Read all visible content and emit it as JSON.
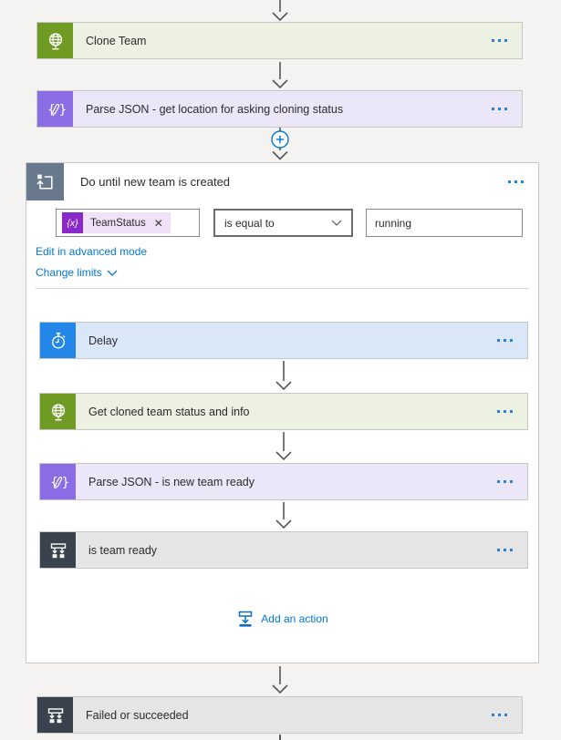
{
  "palette": {
    "canvas_bg": "#f4f3f2",
    "card_border": "#c9c7c5",
    "link_blue": "#0078d4",
    "arrow_gray": "#565656",
    "more_dots_blue": "#2b7fd4",
    "http_green": "#6f9b23",
    "http_green_tint": "#edf1e2",
    "data_operation_purple": "#8b6ce4",
    "data_operation_purple_tint": "#ece6f9",
    "control_slate": "#68798d",
    "delay_blue": "#2287e8",
    "delay_blue_tint": "#d9e7f9",
    "condition_dark_slate": "#3a434d",
    "condition_gray_tint": "#e5e5e5",
    "token_purple": "#8929c9",
    "token_pill_bg": "#f0e1f8"
  },
  "icons": {
    "globe-icon": "desk globe (HTTP action)",
    "parse-json-icon": "{ pencil } braces",
    "do-until-loop-icon": "loop rectangle with return arrow",
    "timer-icon": "stopwatch",
    "condition-icon": "bar branching to two arrowed squares",
    "add-action-icon": "bar with down arrow into base",
    "insert-step-plus-icon": "+ in circle",
    "more-options-icon": "three dots",
    "dynamic-content-fx-icon": "{x}",
    "chevron-down-icon": "v",
    "remove-token-icon": "✕",
    "connector-arrow-icon": "downward arrow"
  },
  "blocks": {
    "clone_team": {
      "title": "Clone Team",
      "icon": "globe-icon"
    },
    "parse_json_location": {
      "title": "Parse JSON - get location for asking cloning status",
      "icon": "parse-json-icon"
    },
    "do_until": {
      "title": "Do until new team is created",
      "icon": "do-until-loop-icon",
      "condition": {
        "token_label": "TeamStatus",
        "token_remove": "✕",
        "operator": "is equal to",
        "value": "running"
      },
      "edit_advanced_label": "Edit in advanced mode",
      "change_limits_label": "Change limits",
      "add_action_label": "Add an action"
    },
    "delay": {
      "title": "Delay",
      "icon": "timer-icon"
    },
    "get_cloned_status": {
      "title": "Get cloned team status and info",
      "icon": "globe-icon"
    },
    "parse_json_ready": {
      "title": "Parse JSON - is new team ready",
      "icon": "parse-json-icon"
    },
    "is_team_ready": {
      "title": "is team ready",
      "icon": "condition-icon"
    },
    "failed_or_succeeded": {
      "title": "Failed or succeeded",
      "icon": "condition-icon"
    }
  }
}
